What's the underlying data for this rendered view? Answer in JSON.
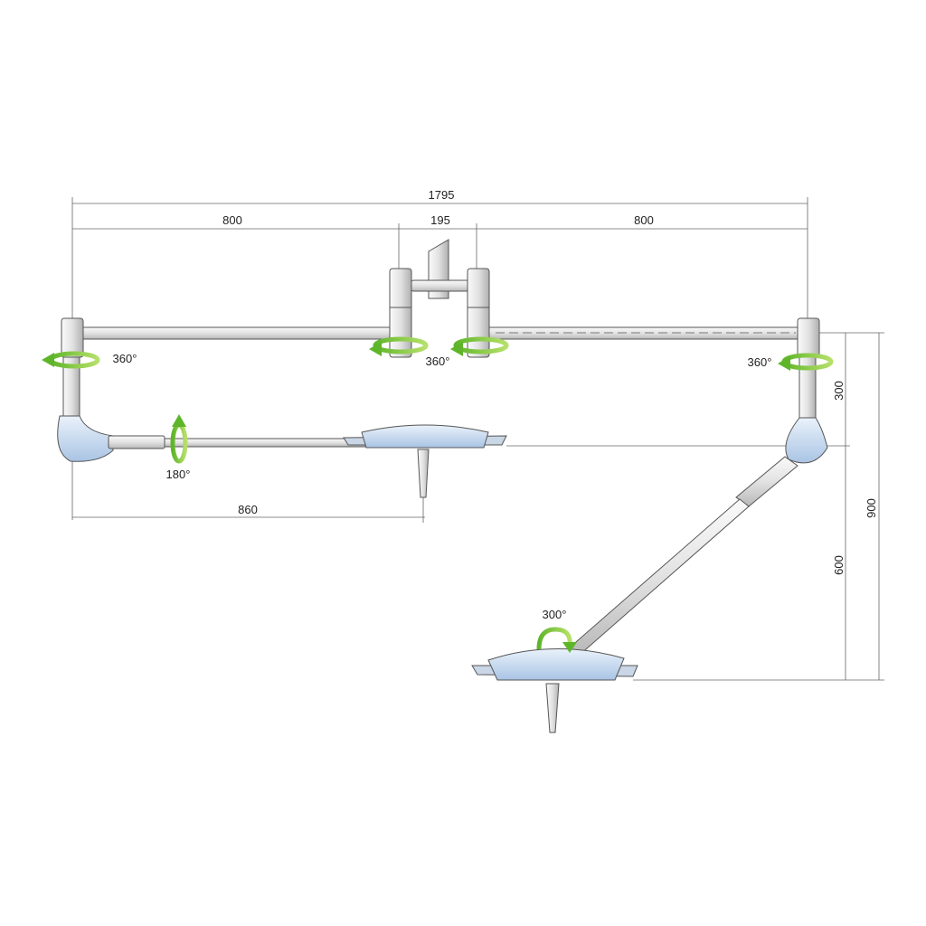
{
  "dimensions": {
    "total_width": "1795",
    "left_arm": "800",
    "center_spacing": "195",
    "right_arm": "800",
    "lower_arm_reach": "860",
    "upper_drop": "300",
    "lower_drop": "600",
    "total_height": "900"
  },
  "rotations": {
    "left_joint": "360°",
    "center_joint": "360°",
    "right_joint": "360°",
    "left_arm_tilt": "180°",
    "right_head": "300°"
  },
  "colors": {
    "arrow": "#7cc734",
    "tube": "#e4e4e4",
    "lamp": "#cfe0f3",
    "line": "#555555"
  }
}
